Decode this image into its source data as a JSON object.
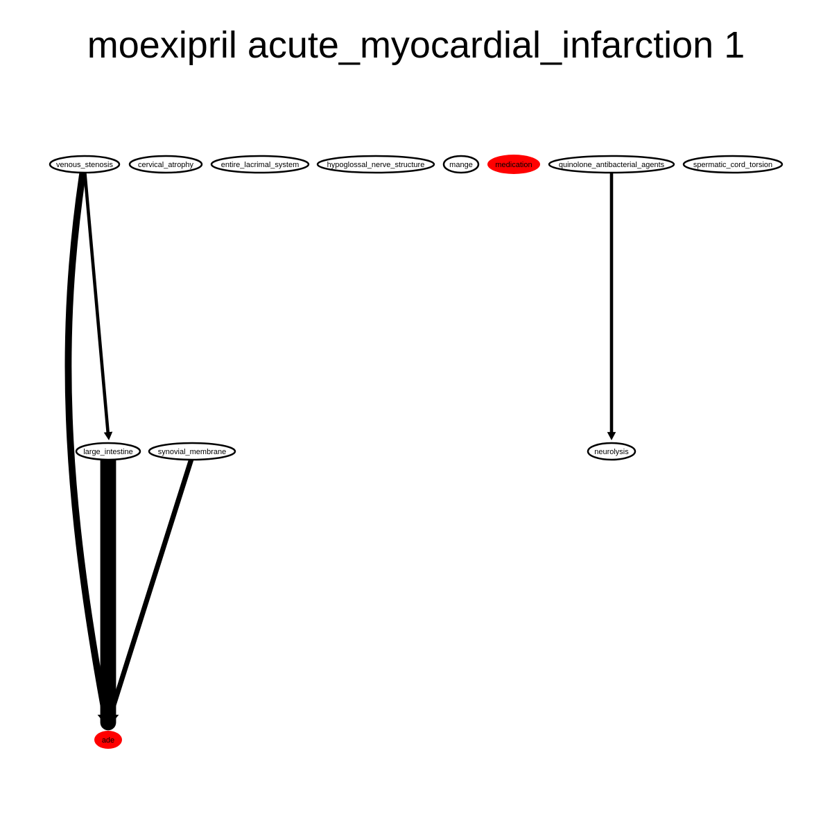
{
  "title": "moexipril acute_myocardial_infarction 1",
  "colors": {
    "highlight_node": "#ff0000",
    "plain_node_fill": "#ffffff",
    "stroke": "#000000"
  },
  "nodes": [
    {
      "id": "venous_stenosis",
      "label": "venous_stenosis",
      "highlight": false
    },
    {
      "id": "cervical_atrophy",
      "label": "cervical_atrophy",
      "highlight": false
    },
    {
      "id": "entire_lacrimal_system",
      "label": "entire_lacrimal_system",
      "highlight": false
    },
    {
      "id": "hypoglossal_nerve_structure",
      "label": "hypoglossal_nerve_structure",
      "highlight": false
    },
    {
      "id": "mange",
      "label": "mange",
      "highlight": false
    },
    {
      "id": "medication",
      "label": "medication",
      "highlight": true
    },
    {
      "id": "quinolone_antibacterial_agents",
      "label": "quinolone_antibacterial_agents",
      "highlight": false
    },
    {
      "id": "spermatic_cord_torsion",
      "label": "spermatic_cord_torsion",
      "highlight": false
    },
    {
      "id": "large_intestine",
      "label": "large_intestine",
      "highlight": false
    },
    {
      "id": "synovial_membrane",
      "label": "synovial_membrane",
      "highlight": false
    },
    {
      "id": "neurolysis",
      "label": "neurolysis",
      "highlight": false
    },
    {
      "id": "ade",
      "label": "ade",
      "highlight": true
    }
  ],
  "edges": [
    {
      "from": "venous_stenosis",
      "to": "large_intestine",
      "weight": 1
    },
    {
      "from": "venous_stenosis",
      "to": "ade",
      "weight": 3
    },
    {
      "from": "large_intestine",
      "to": "ade",
      "weight": 8
    },
    {
      "from": "synovial_membrane",
      "to": "ade",
      "weight": 2
    },
    {
      "from": "quinolone_antibacterial_agents",
      "to": "neurolysis",
      "weight": 1
    }
  ]
}
